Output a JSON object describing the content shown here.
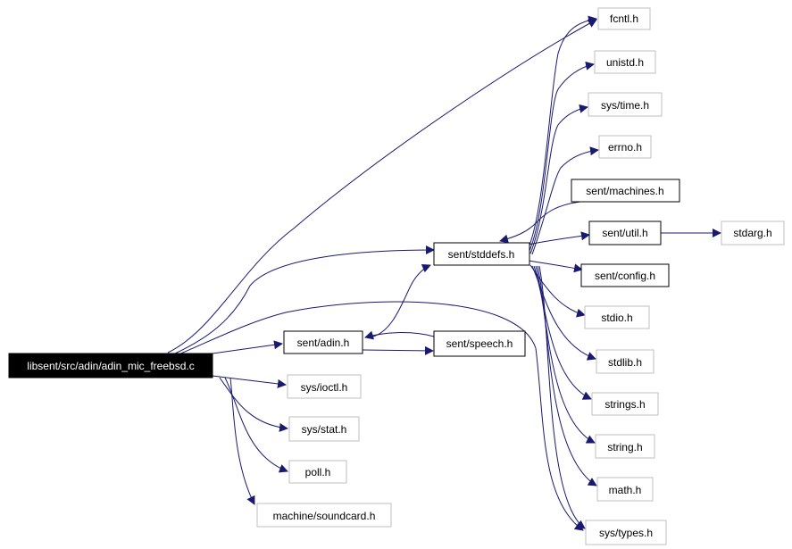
{
  "diagram": {
    "colors": {
      "edge": "#191970",
      "node_border_doc": "#000000",
      "node_border_external": "#bfbfbf",
      "root_fill": "#000000",
      "root_text": "#ffffff",
      "node_fill": "#ffffff"
    },
    "nodes": {
      "root": "libsent/src/adin/adin_mic_freebsd.c",
      "fcntl": "fcntl.h",
      "unistd": "unistd.h",
      "systime": "sys/time.h",
      "errno": "errno.h",
      "machines": "sent/machines.h",
      "util": "sent/util.h",
      "stdarg": "stdarg.h",
      "stddefs": "sent/stddefs.h",
      "config": "sent/config.h",
      "stdio": "stdio.h",
      "adin": "sent/adin.h",
      "speech": "sent/speech.h",
      "stdlib": "stdlib.h",
      "ioctl": "sys/ioctl.h",
      "strings": "strings.h",
      "stat": "sys/stat.h",
      "string": "string.h",
      "poll": "poll.h",
      "math": "math.h",
      "soundcard": "machine/soundcard.h",
      "types": "sys/types.h"
    }
  }
}
